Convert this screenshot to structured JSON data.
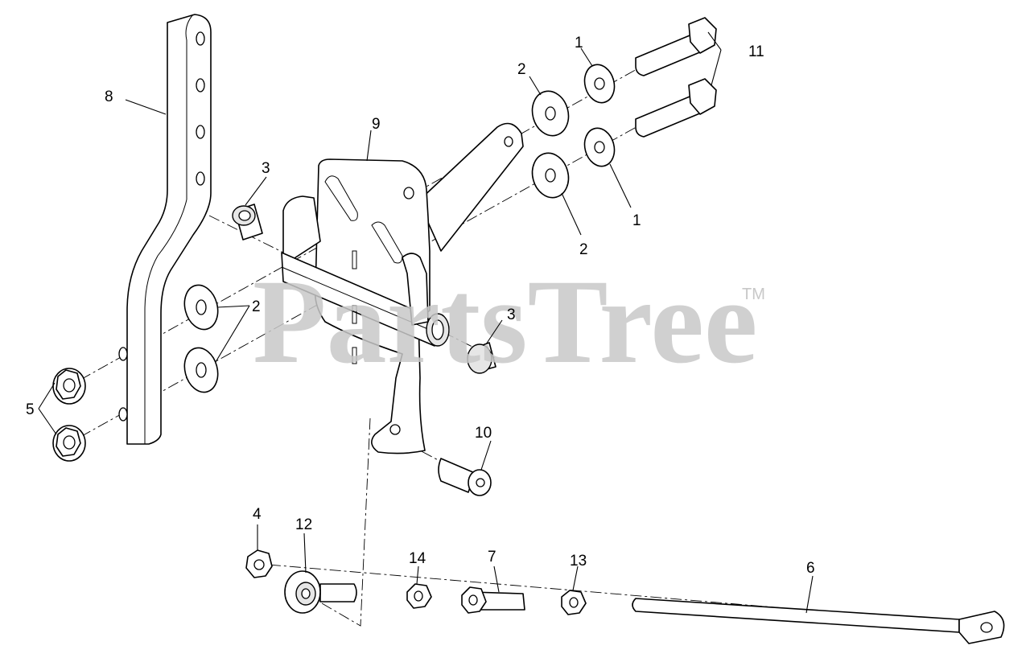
{
  "watermark": {
    "text": "PartsTree",
    "mark": "TM"
  },
  "callouts": [
    {
      "id": "c1a",
      "label": "1"
    },
    {
      "id": "c1b",
      "label": "1"
    },
    {
      "id": "c2a",
      "label": "2"
    },
    {
      "id": "c2b",
      "label": "2"
    },
    {
      "id": "c2c",
      "label": "2"
    },
    {
      "id": "c3a",
      "label": "3"
    },
    {
      "id": "c3b",
      "label": "3"
    },
    {
      "id": "c4",
      "label": "4"
    },
    {
      "id": "c5",
      "label": "5"
    },
    {
      "id": "c6",
      "label": "6"
    },
    {
      "id": "c7",
      "label": "7"
    },
    {
      "id": "c8",
      "label": "8"
    },
    {
      "id": "c9",
      "label": "9"
    },
    {
      "id": "c10",
      "label": "10"
    },
    {
      "id": "c11",
      "label": "11"
    },
    {
      "id": "c12",
      "label": "12"
    },
    {
      "id": "c13",
      "label": "13"
    },
    {
      "id": "c14",
      "label": "14"
    }
  ]
}
